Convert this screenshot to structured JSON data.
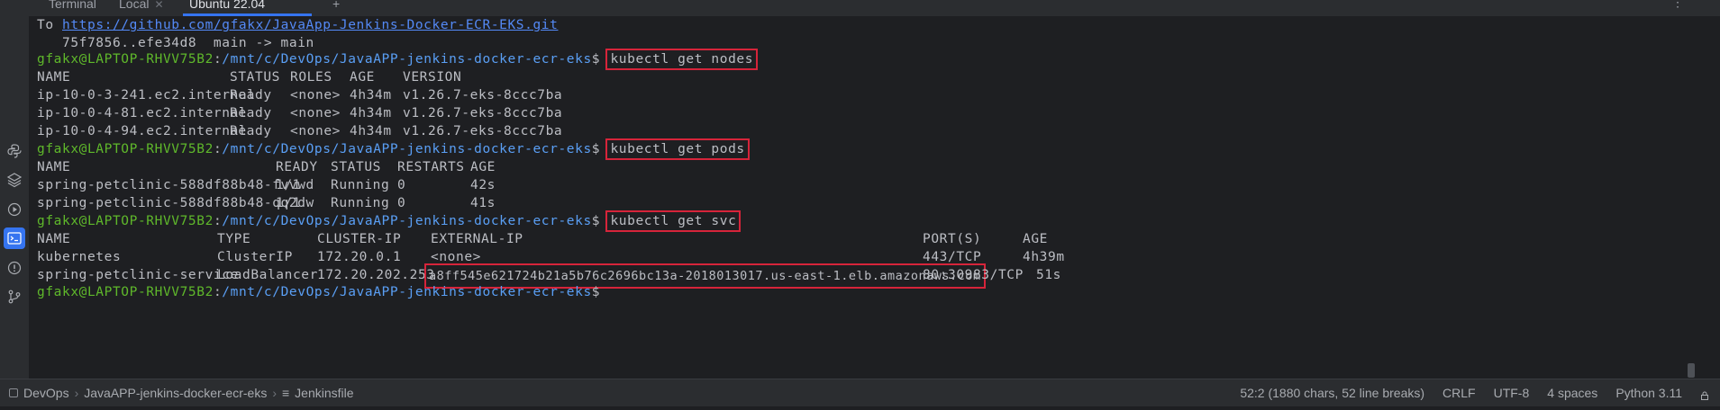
{
  "tabs": {
    "terminal_label": "Terminal",
    "local_label": "Local",
    "ubuntu_label": "Ubuntu 22.04",
    "add_label": "+",
    "more_label": "⋮"
  },
  "terminal": {
    "push_to": "To ",
    "push_url": "https://github.com/gfakx/JavaApp-Jenkins-Docker-ECR-EKS.git",
    "push_result": "   75f7856..efe34d8  main -> main",
    "prompt_user": "gfakx@LAPTOP-RHVV75B2",
    "prompt_sep": ":",
    "prompt_path": "/mnt/c/DevOps/JavaAPP-jenkins-docker-ecr-eks",
    "prompt_end": "$ ",
    "cmd_nodes": "kubectl get nodes",
    "cmd_pods": "kubectl get pods",
    "cmd_svc": "kubectl get svc",
    "nodes_headers": [
      "NAME",
      "STATUS",
      "ROLES",
      "AGE",
      "VERSION"
    ],
    "nodes_rows": [
      [
        "ip-10-0-3-241.ec2.internal",
        "Ready",
        "<none>",
        "4h34m",
        "v1.26.7-eks-8ccc7ba"
      ],
      [
        "ip-10-0-4-81.ec2.internal",
        "Ready",
        "<none>",
        "4h34m",
        "v1.26.7-eks-8ccc7ba"
      ],
      [
        "ip-10-0-4-94.ec2.internal",
        "Ready",
        "<none>",
        "4h34m",
        "v1.26.7-eks-8ccc7ba"
      ]
    ],
    "pods_headers": [
      "NAME",
      "READY",
      "STATUS",
      "RESTARTS",
      "AGE"
    ],
    "pods_rows": [
      [
        "spring-petclinic-588df88b48-fvvwd",
        "1/1",
        "Running",
        "0",
        "42s"
      ],
      [
        "spring-petclinic-588df88b48-qq2dw",
        "1/1",
        "Running",
        "0",
        "41s"
      ]
    ],
    "svc_headers": [
      "NAME",
      "TYPE",
      "CLUSTER-IP",
      "EXTERNAL-IP",
      "PORT(S)",
      "AGE"
    ],
    "svc_rows": [
      [
        "kubernetes",
        "ClusterIP",
        "172.20.0.1",
        "<none>",
        "443/TCP",
        "4h39m"
      ],
      [
        "spring-petclinic-service",
        "LoadBalancer",
        "172.20.202.253",
        "a8ff545e621724b21a5b76c2696bc13a-2018013017.us-east-1.elb.amazonaws.com",
        "80:30983/TCP",
        "51s"
      ]
    ]
  },
  "statusbar": {
    "crumb_project": "DevOps",
    "crumb_folder": "JavaAPP-jenkins-docker-ecr-eks",
    "crumb_file": "Jenkinsfile",
    "position": "52:2 (1880 chars, 52 line breaks)",
    "line_ending": "CRLF",
    "encoding": "UTF-8",
    "indent": "4 spaces",
    "interpreter": "Python 3.11"
  },
  "colors": {
    "highlight_box": "#d6243a",
    "prompt_user": "#5fb82b",
    "prompt_path": "#5a9ff5",
    "active_tool": "#3574f0"
  },
  "icons": [
    "python-icon",
    "layers-icon",
    "services-icon",
    "terminal-icon",
    "problems-icon",
    "git-icon",
    "lock-icon"
  ]
}
